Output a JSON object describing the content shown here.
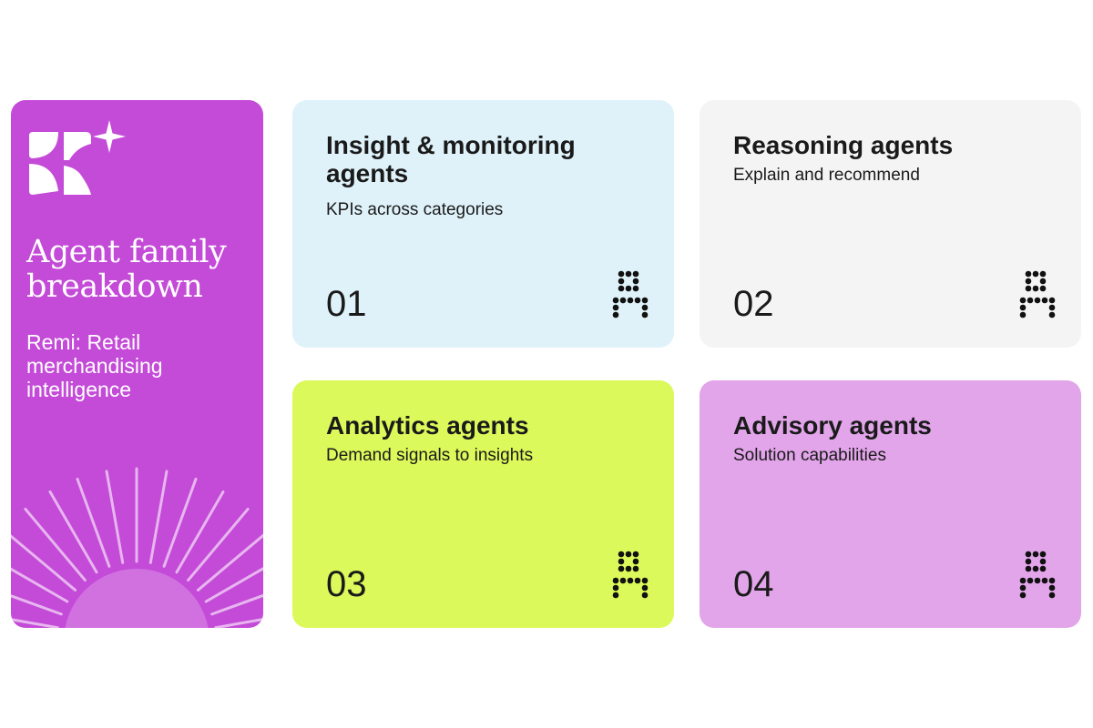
{
  "sidebar": {
    "title": "Agent family breakdown",
    "subtitle": "Remi: Retail merchandising intelligence",
    "background": "#c44ad8",
    "icons": [
      "sparkle-logo-icon",
      "sunburst-decoration"
    ]
  },
  "cards": [
    {
      "title": "Insight & monitoring agents",
      "subtitle": "KPIs across categories",
      "number": "01",
      "color": "#dff2fa",
      "icon": "agent-dots-icon"
    },
    {
      "title": "Reasoning agents",
      "subtitle": "Explain and recommend",
      "number": "02",
      "color": "#f4f4f4",
      "icon": "agent-dots-icon"
    },
    {
      "title": "Analytics agents",
      "subtitle": "Demand signals to insights",
      "number": "03",
      "color": "#dbf95a",
      "icon": "agent-dots-icon"
    },
    {
      "title": "Advisory agents",
      "subtitle": "Solution capabilities",
      "number": "04",
      "color": "#e2a5ea",
      "icon": "agent-dots-icon"
    }
  ]
}
